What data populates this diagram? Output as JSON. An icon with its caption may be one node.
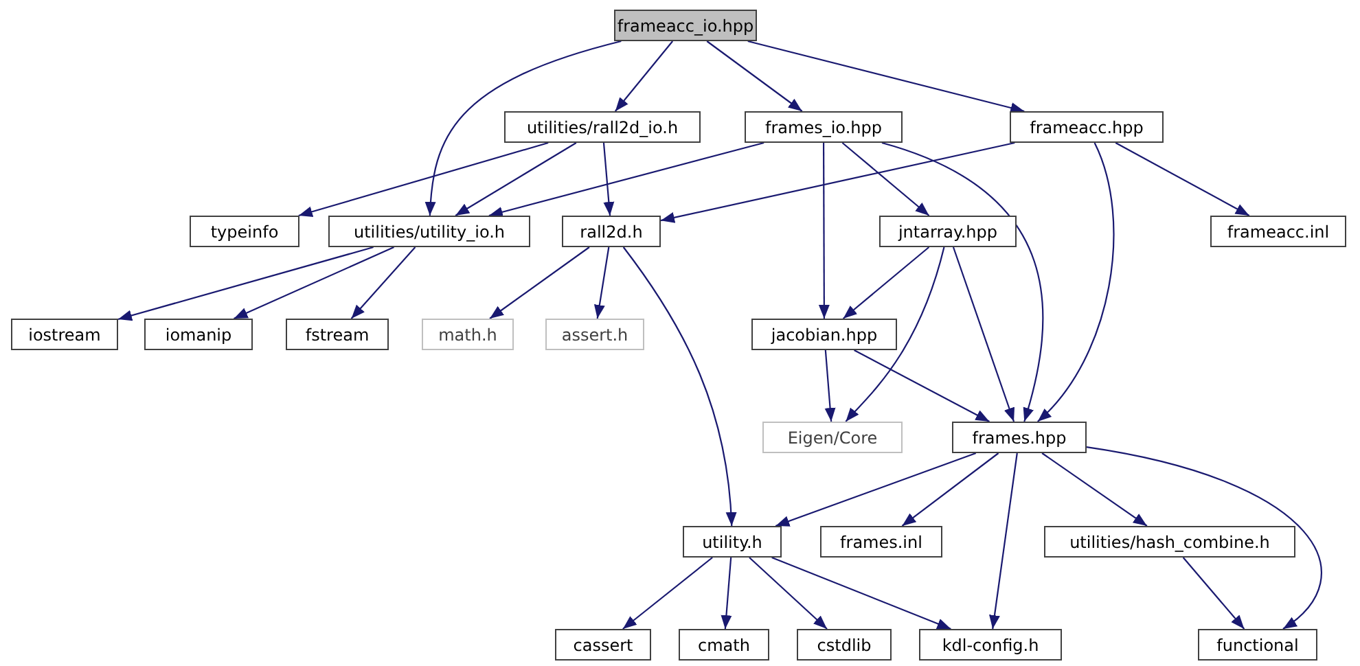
{
  "diagram": {
    "nodes": [
      {
        "text": [
          "frameacc_io.hpp"
        ]
      },
      {
        "text": [
          "utilities/rall2d_io.h"
        ]
      },
      {
        "text": [
          "frames_io.hpp"
        ]
      },
      {
        "text": [
          "frameacc.hpp"
        ]
      },
      {
        "text": [
          "typeinfo"
        ]
      },
      {
        "text": [
          "utilities/utility_io.h"
        ]
      },
      {
        "text": [
          "rall2d.h"
        ]
      },
      {
        "text": [
          "jntarray.hpp"
        ]
      },
      {
        "text": [
          "frameacc.inl"
        ]
      },
      {
        "text": [
          "iostream"
        ]
      },
      {
        "text": [
          "iomanip"
        ]
      },
      {
        "text": [
          "fstream"
        ]
      },
      {
        "text": [
          "math.h"
        ]
      },
      {
        "text": [
          "assert.h"
        ]
      },
      {
        "text": [
          "jacobian.hpp"
        ]
      },
      {
        "text": [
          "Eigen/Core"
        ]
      },
      {
        "text": [
          "frames.hpp"
        ]
      },
      {
        "text": [
          "utility.h"
        ]
      },
      {
        "text": [
          "frames.inl"
        ]
      },
      {
        "text": [
          "utilities/hash_combine.h"
        ]
      },
      {
        "text": [
          "cassert"
        ]
      },
      {
        "text": [
          "cmath"
        ]
      },
      {
        "text": [
          "cstdlib"
        ]
      },
      {
        "text": [
          "kdl-config.h"
        ]
      },
      {
        "text": [
          "functional"
        ]
      }
    ],
    "edges": [
      {
        "from": 0,
        "to": 1,
        "arrow": "to"
      },
      {
        "from": 0,
        "to": 2,
        "arrow": "to"
      },
      {
        "from": 0,
        "to": 3,
        "arrow": "to"
      },
      {
        "from": 0,
        "to": 5,
        "arrow": "to"
      },
      {
        "from": 1,
        "to": 4,
        "arrow": "to"
      },
      {
        "from": 1,
        "to": 5,
        "arrow": "to"
      },
      {
        "from": 1,
        "to": 6,
        "arrow": "to"
      },
      {
        "from": 2,
        "to": 5,
        "arrow": "to"
      },
      {
        "from": 2,
        "to": 7,
        "arrow": "to"
      },
      {
        "from": 2,
        "to": 14,
        "arrow": "to"
      },
      {
        "from": 2,
        "to": 16,
        "arrow": "to"
      },
      {
        "from": 3,
        "to": 6,
        "arrow": "to"
      },
      {
        "from": 3,
        "to": 8,
        "arrow": "to"
      },
      {
        "from": 3,
        "to": 16,
        "arrow": "to"
      },
      {
        "from": 5,
        "to": 9,
        "arrow": "to"
      },
      {
        "from": 5,
        "to": 10,
        "arrow": "to"
      },
      {
        "from": 5,
        "to": 11,
        "arrow": "to"
      },
      {
        "from": 6,
        "to": 12,
        "arrow": "to"
      },
      {
        "from": 6,
        "to": 13,
        "arrow": "to"
      },
      {
        "from": 6,
        "to": 17,
        "arrow": "to"
      },
      {
        "from": 7,
        "to": 14,
        "arrow": "to"
      },
      {
        "from": 7,
        "to": 15,
        "arrow": "to"
      },
      {
        "from": 7,
        "to": 16,
        "arrow": "to"
      },
      {
        "from": 14,
        "to": 15,
        "arrow": "to"
      },
      {
        "from": 14,
        "to": 16,
        "arrow": "to"
      },
      {
        "from": 16,
        "to": 17,
        "arrow": "to"
      },
      {
        "from": 16,
        "to": 18,
        "arrow": "to"
      },
      {
        "from": 16,
        "to": 19,
        "arrow": "to"
      },
      {
        "from": 16,
        "to": 23,
        "arrow": "to"
      },
      {
        "from": 16,
        "to": 24,
        "arrow": "to"
      },
      {
        "from": 17,
        "to": 20,
        "arrow": "to"
      },
      {
        "from": 17,
        "to": 21,
        "arrow": "to"
      },
      {
        "from": 17,
        "to": 22,
        "arrow": "to"
      },
      {
        "from": 17,
        "to": 23,
        "arrow": "to"
      },
      {
        "from": 19,
        "to": 24,
        "arrow": "to"
      }
    ]
  }
}
